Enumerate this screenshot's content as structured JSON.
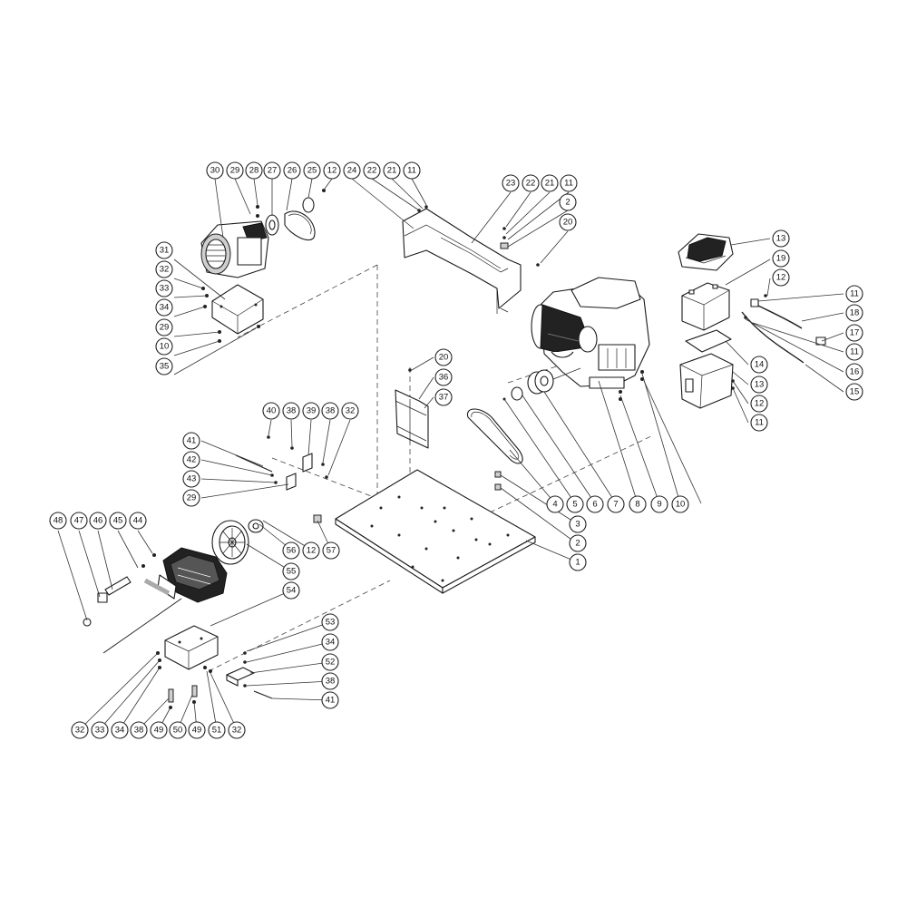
{
  "callout_labels": {
    "c30a": "30",
    "c29a": "29",
    "c28a": "28",
    "c27": "27",
    "c26": "26",
    "c25": "25",
    "c12a": "12",
    "c24": "24",
    "c22a": "22",
    "c21a": "21",
    "c11a": "11",
    "c23": "23",
    "c22b": "22",
    "c21b": "21",
    "c11b": "11",
    "c2a": "2",
    "c20a": "20",
    "c31": "31",
    "c32a": "32",
    "c33a": "33",
    "c34a": "34",
    "c29b": "29",
    "c10a": "10",
    "c35": "35",
    "c13a": "13",
    "c19": "19",
    "c12b": "12",
    "c11c": "11",
    "c18": "18",
    "c17": "17",
    "c11d": "11",
    "c16": "16",
    "c15": "15",
    "c14": "14",
    "c13b": "13",
    "c12c": "12",
    "c11e": "11",
    "c20b": "20",
    "c36": "36",
    "c37": "37",
    "c40": "40",
    "c38a": "38",
    "c39": "39",
    "c38b": "38",
    "c32b": "32",
    "c41a": "41",
    "c42": "42",
    "c43": "43",
    "c29c": "29",
    "c4": "4",
    "c5": "5",
    "c6": "6",
    "c7": "7",
    "c8": "8",
    "c9": "9",
    "c10b": "10",
    "c3": "3",
    "c2b": "2",
    "c1": "1",
    "c48": "48",
    "c47": "47",
    "c46": "46",
    "c45": "45",
    "c44": "44",
    "c56": "56",
    "c12d": "12",
    "c57": "57",
    "c55": "55",
    "c54": "54",
    "c53": "53",
    "c34b": "34",
    "c52": "52",
    "c38c": "38",
    "c41b": "41",
    "c32c": "32",
    "c33b": "33",
    "c34c": "34",
    "c38d": "38",
    "c49a": "49",
    "c50": "50",
    "c49b": "49",
    "c51": "51",
    "c32d": "32"
  }
}
